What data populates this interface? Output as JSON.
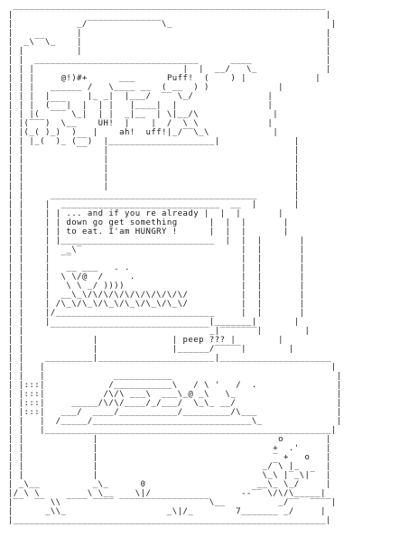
{
  "comic": {
    "panel1": {
      "exclamation_curse": "@!)#+",
      "exclamation_puff": "Puff!",
      "exclamation_uh": "UH!",
      "exclamation_ah": "ah!",
      "exclamation_uff": "uff!"
    },
    "panel2": {
      "speech_line_1": "... and if you re already",
      "speech_line_2": "down go get something",
      "speech_line_3": "to eat. I'am HUNGRY !"
    },
    "panel3": {
      "speech": "peep ???"
    }
  }
}
